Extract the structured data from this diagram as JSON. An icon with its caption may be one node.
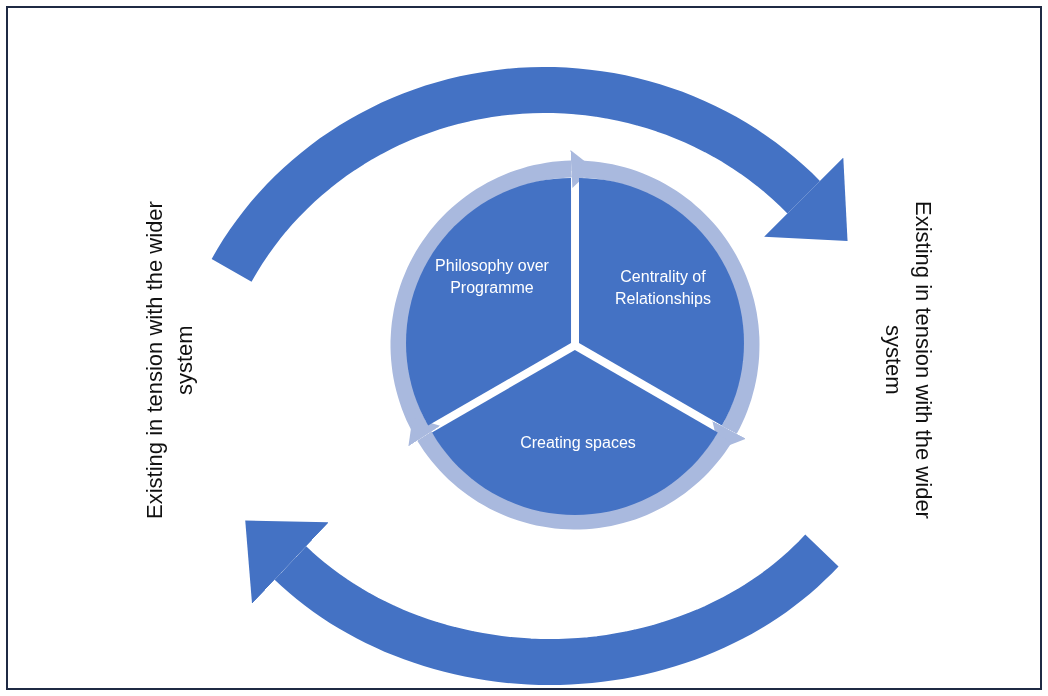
{
  "diagram": {
    "nodes": [
      {
        "text": [
          "Philosophy over Programme"
        ]
      },
      {
        "text": [
          "Centrality of Relationships"
        ]
      },
      {
        "text": [
          "Creating spaces"
        ]
      },
      {
        "text": [
          "Existing in tension with the wider system"
        ]
      },
      {
        "text": [
          "Existing in tension with the wider system"
        ]
      }
    ],
    "edges": [
      {
        "from": 0,
        "to": 1,
        "arrow": "to"
      },
      {
        "from": 1,
        "to": 2,
        "arrow": "to"
      },
      {
        "from": 2,
        "to": 0,
        "arrow": "to"
      },
      {
        "from": 3,
        "to": 4,
        "arrow": "to",
        "style": "thick",
        "color": "#4472c4"
      },
      {
        "from": 4,
        "to": 3,
        "arrow": "to",
        "style": "thick",
        "color": "#4472c4"
      }
    ]
  }
}
